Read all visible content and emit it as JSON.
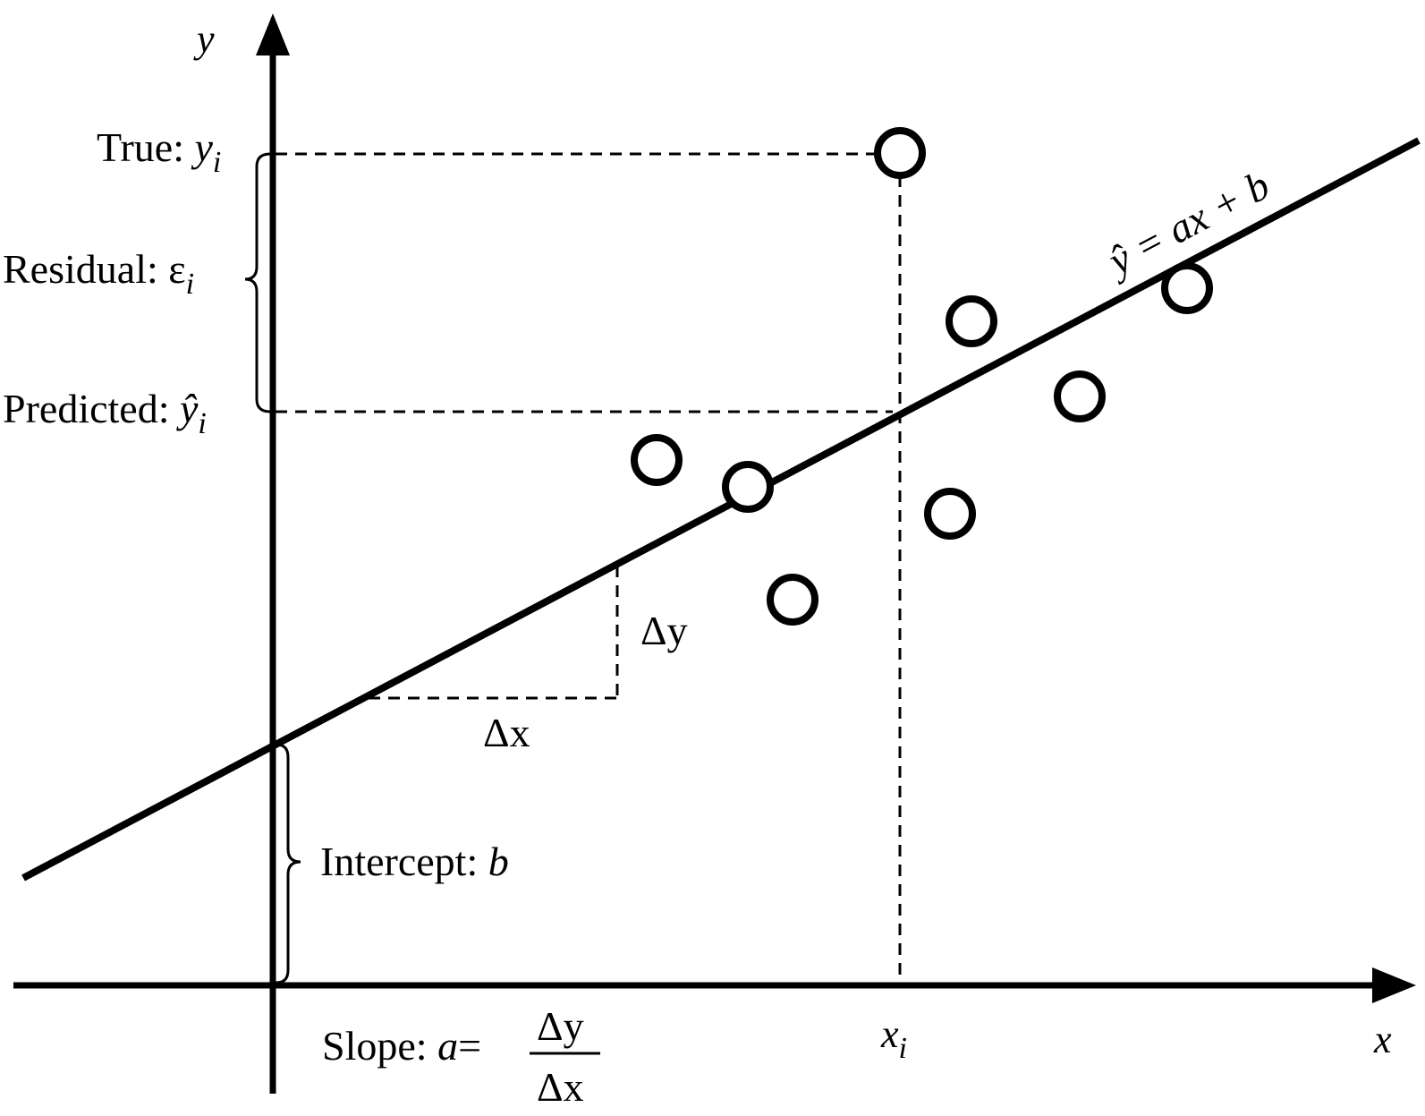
{
  "axes": {
    "x_label": "x",
    "y_label": "y"
  },
  "labels": {
    "true": {
      "prefix": "True: ",
      "var": "y",
      "sub": "i"
    },
    "residual": {
      "prefix": "Residual: ",
      "var": "ε",
      "sub": "i"
    },
    "predicted": {
      "prefix": "Predicted: ",
      "var": "ŷ",
      "sub": "i"
    },
    "intercept": {
      "prefix": "Intercept: ",
      "var": "b"
    },
    "slope": {
      "prefix": "Slope: ",
      "var": "a",
      "eq": "=",
      "numerator": "Δy",
      "denominator": "Δx"
    },
    "delta_x": "Δx",
    "delta_y": "Δy",
    "x_i": {
      "var": "x",
      "sub": "i"
    },
    "line_equation": "ŷ = ax + b"
  }
}
